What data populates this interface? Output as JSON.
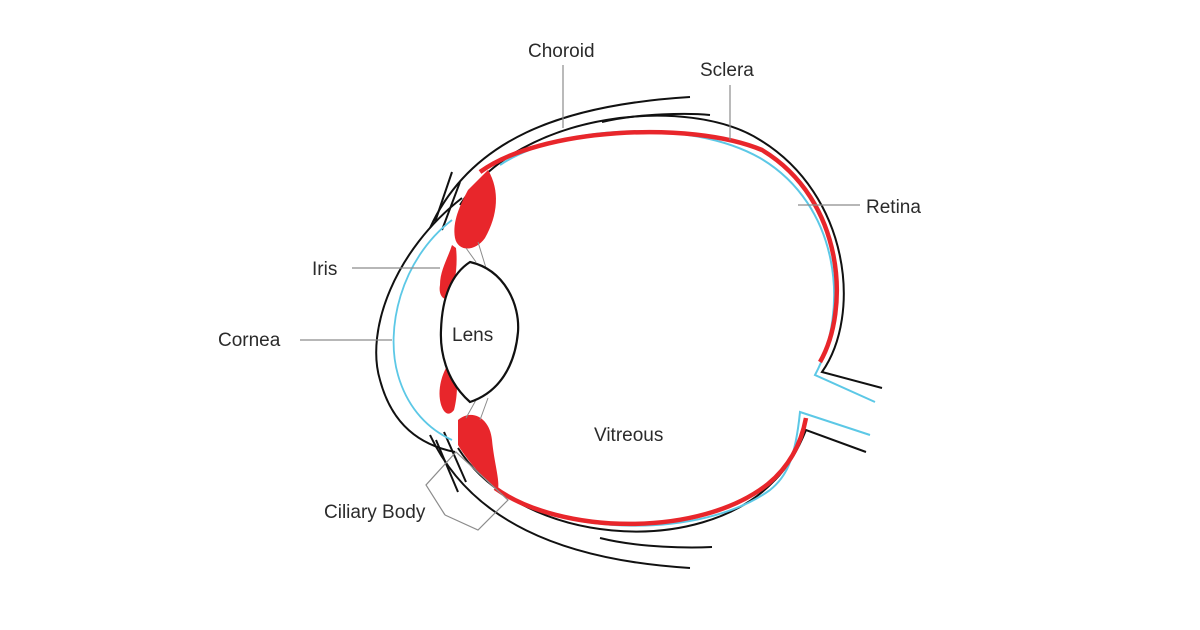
{
  "labels": {
    "choroid": "Choroid",
    "sclera": "Sclera",
    "retina": "Retina",
    "iris": "Iris",
    "cornea": "Cornea",
    "lens": "Lens",
    "vitreous": "Vitreous",
    "ciliary_body": "Ciliary Body"
  },
  "colors": {
    "background": "#ffffff",
    "sclera_outline": "#111111",
    "choroid_red": "#e8262b",
    "retina_blue": "#5cc8e6",
    "leader_line": "#8c8c8c",
    "text": "#2b2b2b"
  }
}
